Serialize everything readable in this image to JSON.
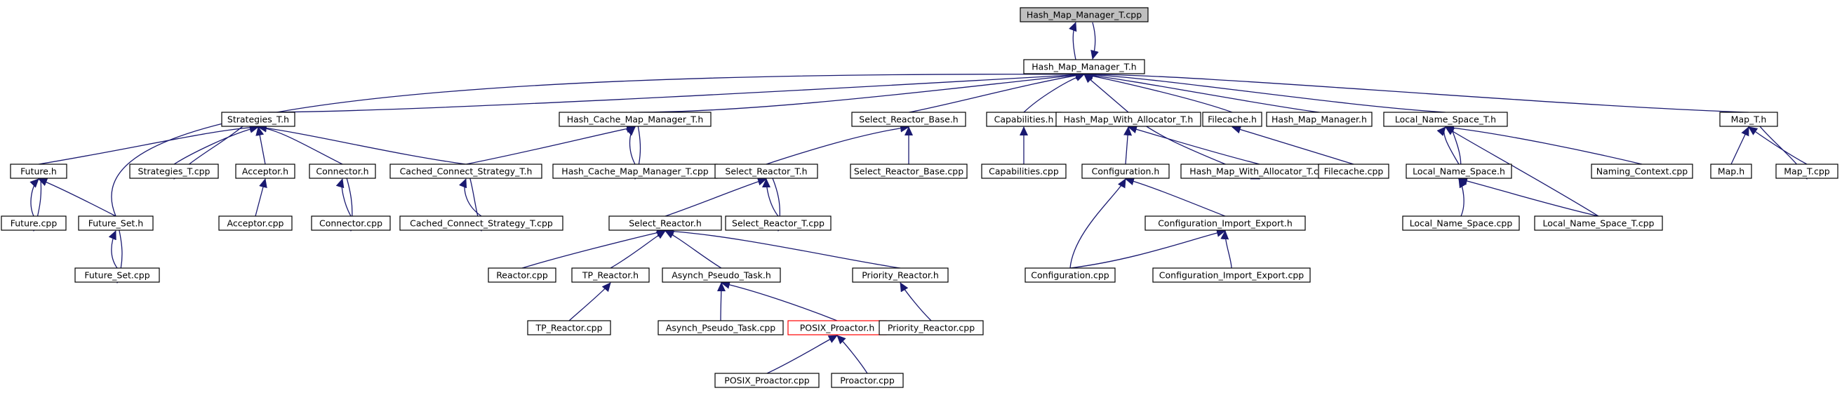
{
  "graph": {
    "edge_color": "#191970",
    "root_fill": "#bfbfbf",
    "highlight_border": "#ff0000",
    "nodes": [
      {
        "id": "hmm_cpp",
        "label": "Hash_Map_Manager_T.cpp",
        "root": true
      },
      {
        "id": "hmm_h",
        "label": "Hash_Map_Manager_T.h"
      },
      {
        "id": "strategies_h",
        "label": "Strategies_T.h"
      },
      {
        "id": "hcmm_h",
        "label": "Hash_Cache_Map_Manager_T.h"
      },
      {
        "id": "srb_h",
        "label": "Select_Reactor_Base.h"
      },
      {
        "id": "cap_h",
        "label": "Capabilities.h"
      },
      {
        "id": "hmwa_h",
        "label": "Hash_Map_With_Allocator_T.h"
      },
      {
        "id": "filecache_h",
        "label": "Filecache.h"
      },
      {
        "id": "hmmgr_h",
        "label": "Hash_Map_Manager.h"
      },
      {
        "id": "lns_t_h",
        "label": "Local_Name_Space_T.h"
      },
      {
        "id": "map_t_h",
        "label": "Map_T.h"
      },
      {
        "id": "future_h",
        "label": "Future.h"
      },
      {
        "id": "strategies_cpp",
        "label": "Strategies_T.cpp"
      },
      {
        "id": "acceptor_h",
        "label": "Acceptor.h"
      },
      {
        "id": "connector_h",
        "label": "Connector.h"
      },
      {
        "id": "ccs_h",
        "label": "Cached_Connect_Strategy_T.h"
      },
      {
        "id": "hcmm_cpp",
        "label": "Hash_Cache_Map_Manager_T.cpp"
      },
      {
        "id": "srt_h",
        "label": "Select_Reactor_T.h"
      },
      {
        "id": "srb_cpp",
        "label": "Select_Reactor_Base.cpp"
      },
      {
        "id": "cap_cpp",
        "label": "Capabilities.cpp"
      },
      {
        "id": "config_h",
        "label": "Configuration.h"
      },
      {
        "id": "hmwa_cpp",
        "label": "Hash_Map_With_Allocator_T.cpp"
      },
      {
        "id": "filecache_cpp",
        "label": "Filecache.cpp"
      },
      {
        "id": "lns_h",
        "label": "Local_Name_Space.h"
      },
      {
        "id": "naming_cpp",
        "label": "Naming_Context.cpp"
      },
      {
        "id": "map_h",
        "label": "Map.h"
      },
      {
        "id": "map_t_cpp",
        "label": "Map_T.cpp"
      },
      {
        "id": "future_cpp",
        "label": "Future.cpp"
      },
      {
        "id": "future_set_h",
        "label": "Future_Set.h"
      },
      {
        "id": "acceptor_cpp",
        "label": "Acceptor.cpp"
      },
      {
        "id": "connector_cpp",
        "label": "Connector.cpp"
      },
      {
        "id": "ccs_cpp",
        "label": "Cached_Connect_Strategy_T.cpp"
      },
      {
        "id": "sr_h",
        "label": "Select_Reactor.h"
      },
      {
        "id": "srt_cpp",
        "label": "Select_Reactor_T.cpp"
      },
      {
        "id": "cie_h",
        "label": "Configuration_Import_Export.h"
      },
      {
        "id": "lns_cpp",
        "label": "Local_Name_Space.cpp"
      },
      {
        "id": "lns_t_cpp",
        "label": "Local_Name_Space_T.cpp"
      },
      {
        "id": "future_set_cpp",
        "label": "Future_Set.cpp"
      },
      {
        "id": "reactor_cpp",
        "label": "Reactor.cpp"
      },
      {
        "id": "tpr_h",
        "label": "TP_Reactor.h"
      },
      {
        "id": "apt_h",
        "label": "Asynch_Pseudo_Task.h"
      },
      {
        "id": "pr_h",
        "label": "Priority_Reactor.h"
      },
      {
        "id": "config_cpp",
        "label": "Configuration.cpp"
      },
      {
        "id": "cie_cpp",
        "label": "Configuration_Import_Export.cpp"
      },
      {
        "id": "tpr_cpp",
        "label": "TP_Reactor.cpp"
      },
      {
        "id": "apt_cpp",
        "label": "Asynch_Pseudo_Task.cpp"
      },
      {
        "id": "posix_h",
        "label": "POSIX_Proactor.h",
        "highlight": true
      },
      {
        "id": "pr_cpp",
        "label": "Priority_Reactor.cpp"
      },
      {
        "id": "posix_cpp",
        "label": "POSIX_Proactor.cpp"
      },
      {
        "id": "proactor_cpp",
        "label": "Proactor.cpp"
      }
    ]
  }
}
